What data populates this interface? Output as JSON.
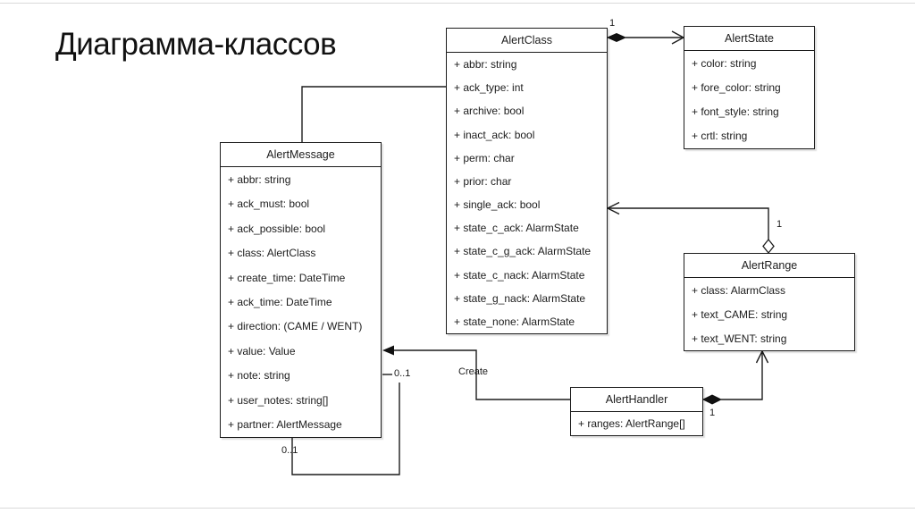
{
  "slide": {
    "title": "Диаграмма-классов"
  },
  "diagram": {
    "classes": [
      {
        "name": "AlertClass",
        "attributes": [
          "+ abbr: string",
          "+ ack_type: int",
          "+ archive: bool",
          "+ inact_ack: bool",
          "+ perm: char",
          "+ prior: char",
          "+ single_ack: bool",
          "+ state_c_ack: AlarmState",
          "+ state_c_g_ack: AlarmState",
          "+ state_c_nack: AlarmState",
          "+ state_g_nack: AlarmState",
          "+ state_none: AlarmState"
        ]
      },
      {
        "name": "AlertState",
        "attributes": [
          "+ color: string",
          "+ fore_color: string",
          "+ font_style: string",
          "+ crtl: string"
        ]
      },
      {
        "name": "AlertMessage",
        "attributes": [
          "+ abbr: string",
          "+ ack_must: bool",
          "+ ack_possible: bool",
          "+ class: AlertClass",
          "+ create_time: DateTime",
          "+ ack_time: DateTime",
          "+ direction: (CAME / WENT)",
          "+ value: Value",
          "+ note: string",
          "+ user_notes: string[]",
          "+ partner: AlertMessage"
        ]
      },
      {
        "name": "AlertRange",
        "attributes": [
          "+ class: AlarmClass",
          "+ text_CAME: string",
          "+ text_WENT: string"
        ]
      },
      {
        "name": "AlertHandler",
        "attributes": [
          "+ ranges: AlertRange[]"
        ]
      }
    ],
    "connectors": {
      "class_to_state": {
        "type": "composition",
        "multiplicity": "1"
      },
      "range_to_class": {
        "type": "aggregation",
        "multiplicity": "1"
      },
      "handler_to_range": {
        "type": "composition",
        "multiplicity": "1"
      },
      "handler_to_message": {
        "type": "directed",
        "label": "Create"
      },
      "message_self": {
        "type": "association",
        "multiplicity_a": "0..1",
        "multiplicity_b": "0..1"
      }
    }
  }
}
